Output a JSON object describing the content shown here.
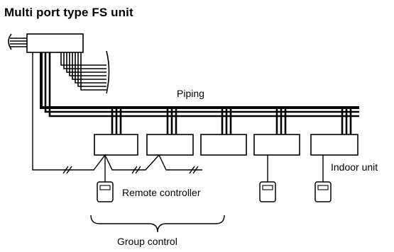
{
  "title": "Multi port type FS unit",
  "labels": {
    "piping": "Piping",
    "indoor_unit": "Indoor unit",
    "remote_controller": "Remote controller",
    "group_control": "Group control"
  },
  "components": {
    "fs_unit_count": 1,
    "indoor_unit_count": 5,
    "remote_controller_count": 3,
    "fs_unit_ports": 6,
    "group_control_units": 3
  },
  "colors": {
    "line": "#000000",
    "background": "#ffffff"
  }
}
